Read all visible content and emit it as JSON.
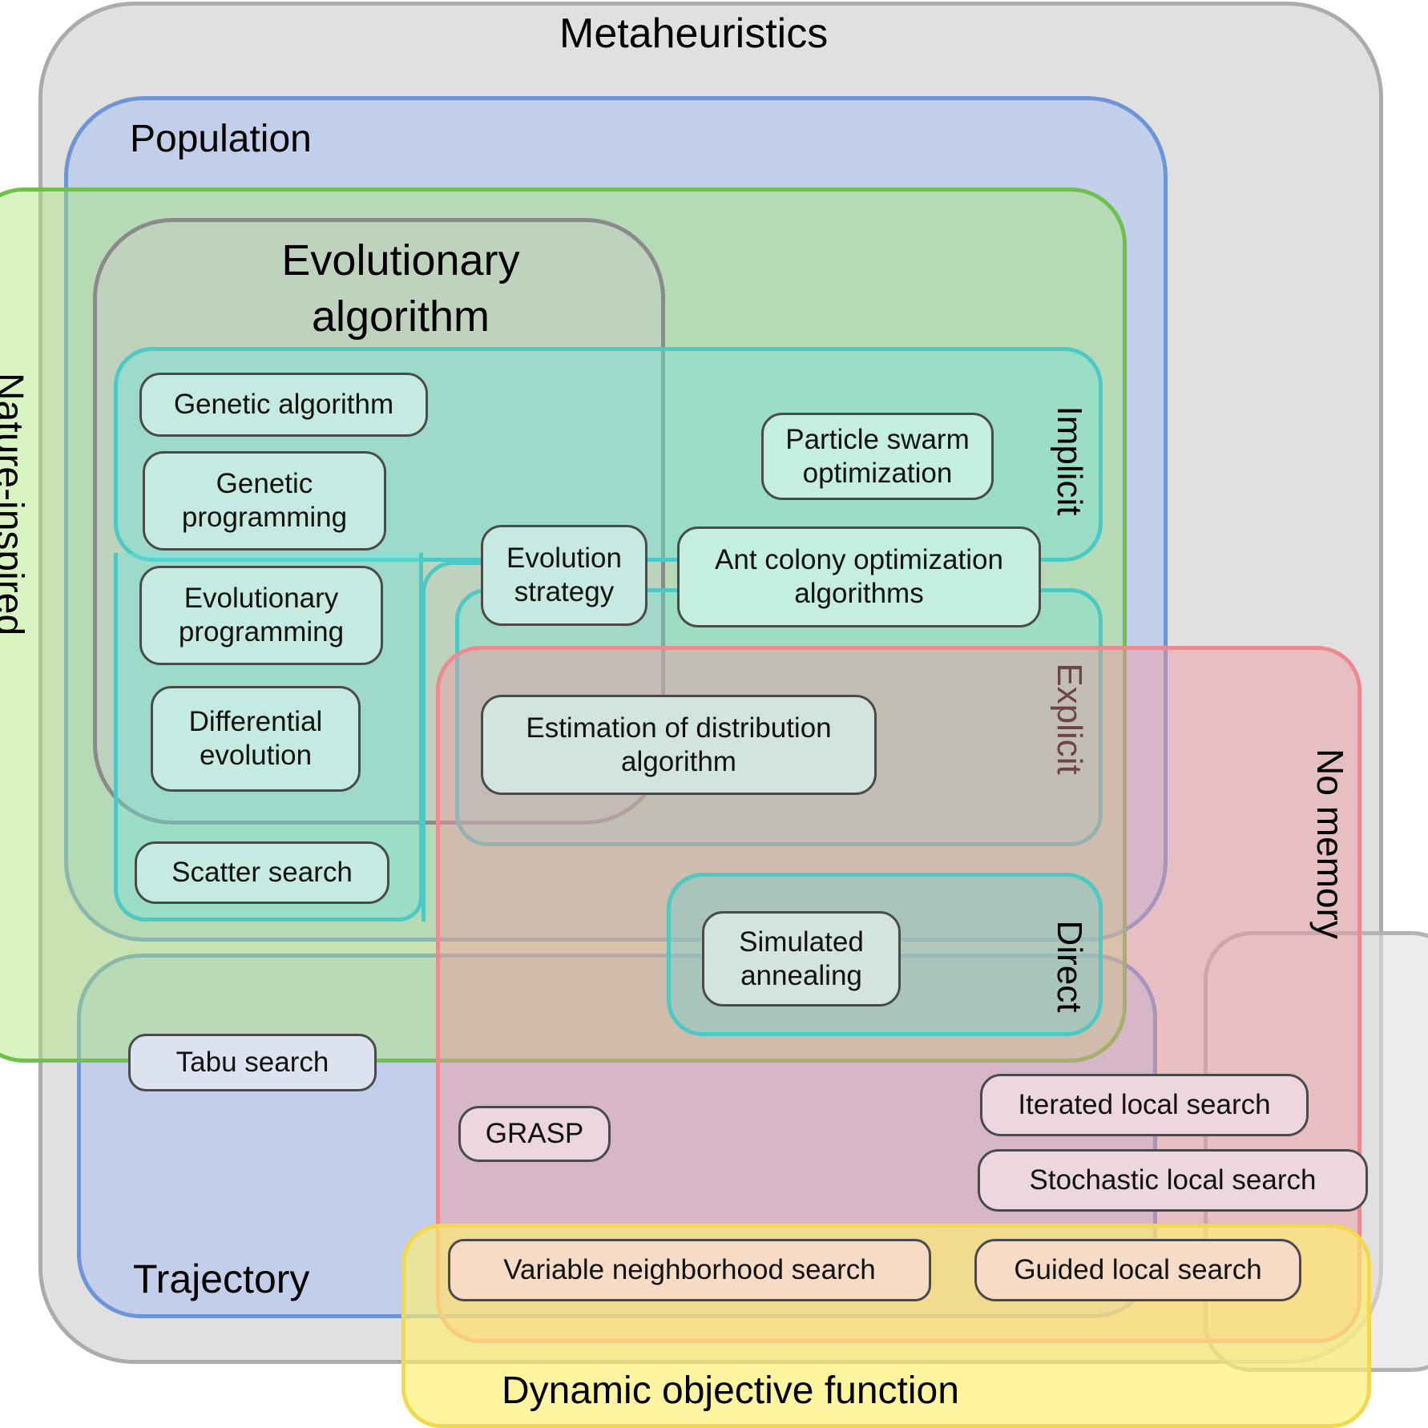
{
  "colors": {
    "metaheuristics_fill": "#e0e0e0",
    "metaheuristics_border": "#ababab",
    "population_fill": "#c1cfea",
    "population_border": "#6d94d6",
    "nature_fill": "rgba(170,230,120,0.45)",
    "nature_border": "#6cc24a",
    "evolutionary_border": "#8a8a8a",
    "cyan_fill": "rgba(110,230,220,0.45)",
    "cyan_border": "#4cc9c2",
    "trajectory_fill": "#c3cfea",
    "trajectory_border": "#6d94d6",
    "nomemory_fill": "rgba(240,150,160,0.45)",
    "nomemory_border": "#ec8a8f",
    "dynamic_fill": "rgba(255,240,110,0.65)",
    "dynamic_border": "#f2d84a"
  },
  "regions": {
    "metaheuristics": "Metaheuristics",
    "population": "Population",
    "nature_inspired": "Nature-inspired",
    "evolutionary": "Evolutionary\nalgorithm",
    "implicit": "Implicit",
    "explicit": "Explicit",
    "direct": "Direct",
    "trajectory": "Trajectory",
    "no_memory": "No memory",
    "dynamic_objective": "Dynamic objective function"
  },
  "nodes": {
    "genetic_algorithm": "Genetic algorithm",
    "genetic_programming": "Genetic\nprogramming",
    "evolutionary_programming": "Evolutionary\nprogramming",
    "differential_evolution": "Differential\nevolution",
    "scatter_search": "Scatter search",
    "evolution_strategy": "Evolution\nstrategy",
    "particle_swarm": "Particle swarm\noptimization",
    "ant_colony": "Ant colony optimization\nalgorithms",
    "eda": "Estimation of distribution\nalgorithm",
    "simulated_annealing": "Simulated\nannealing",
    "tabu_search": "Tabu search",
    "grasp": "GRASP",
    "iterated_local_search": "Iterated local search",
    "stochastic_local_search": "Stochastic local search",
    "variable_neighborhood_search": "Variable neighborhood search",
    "guided_local_search": "Guided local search"
  }
}
